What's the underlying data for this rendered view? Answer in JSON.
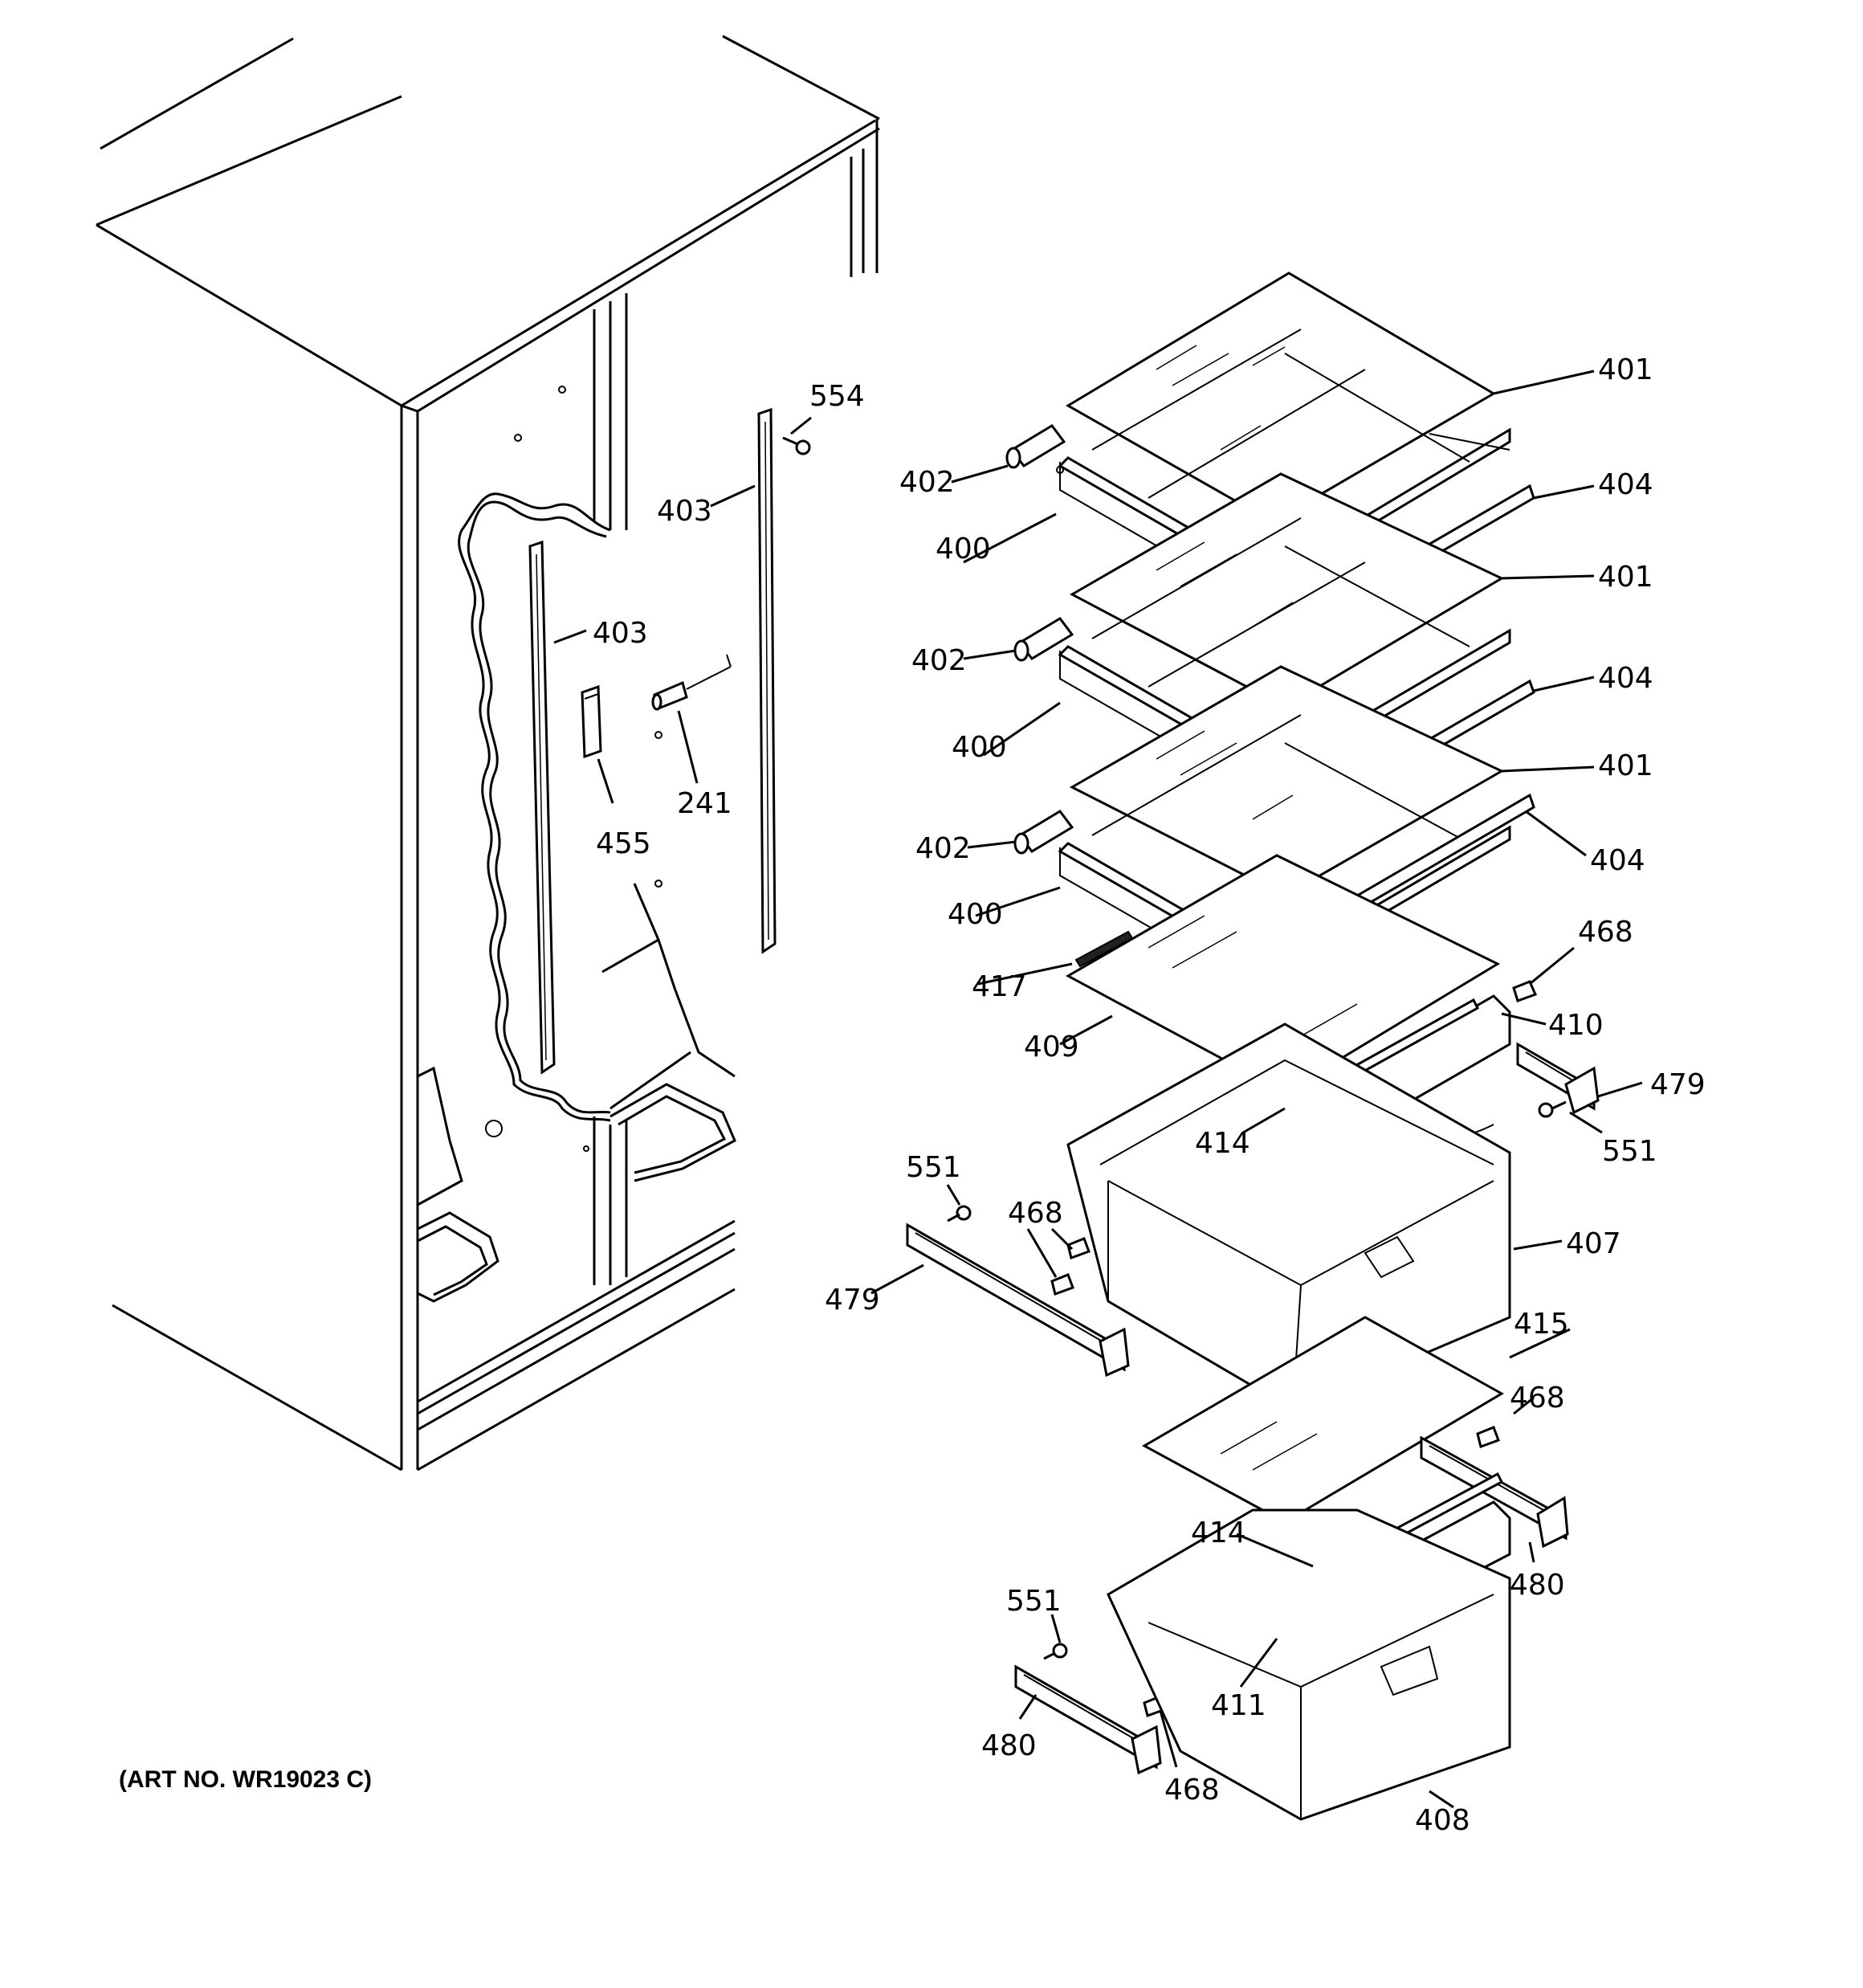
{
  "art_number": "(ART NO. WR19023 C)",
  "callouts": {
    "c554": "554",
    "c403a": "403",
    "c403b": "403",
    "c455": "455",
    "c241": "241",
    "c401a": "401",
    "c402a": "402",
    "c400a": "400",
    "c404a": "404",
    "c401b": "401",
    "c402b": "402",
    "c400b": "400",
    "c404b": "404",
    "c401c": "401",
    "c402c": "402",
    "c404c": "404",
    "c400c": "400",
    "c468a": "468",
    "c417": "417",
    "c410": "410",
    "c409": "409",
    "c479a": "479",
    "c414a": "414",
    "c551a": "551",
    "c551b": "551",
    "c468b": "468",
    "c407": "407",
    "c479b": "479",
    "c415": "415",
    "c468c": "468",
    "c414b": "414",
    "c480a": "480",
    "c551c": "551",
    "c411": "411",
    "c480b": "480",
    "c468d": "468",
    "c408": "408"
  }
}
